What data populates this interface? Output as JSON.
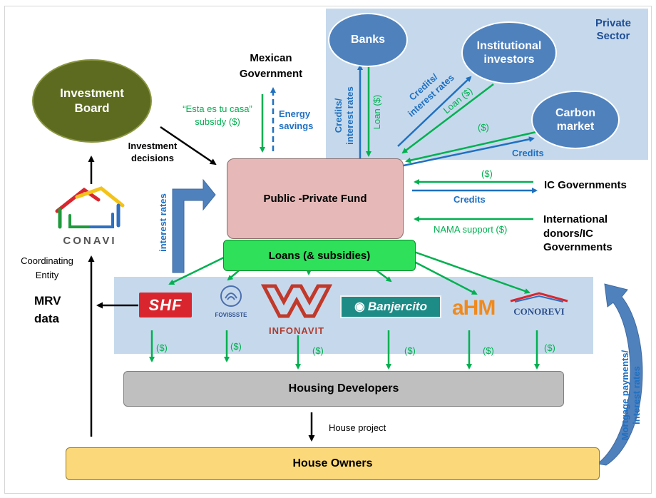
{
  "title": "",
  "nodes": {
    "private_sector": "Private\nSector",
    "banks": "Banks",
    "institutional_investors": "Institutional\ninvestors",
    "carbon_market": "Carbon\nmarket",
    "investment_board": "Investment\nBoard",
    "mexican_government": "Mexican\nGovernment",
    "public_private_fund": "Public -Private Fund",
    "loans_subsidies": "Loans (& subsidies)",
    "ic_governments": "IC Governments",
    "international_donors": "International\ndonors/IC\nGovernments",
    "housing_developers": "Housing Developers",
    "house_owners": "House Owners",
    "conavi": "CONAVI",
    "coordinating_entity": "Coordinating\nEntity",
    "mrv_data": "MRV\ndata"
  },
  "institutions": {
    "shf": "SHF",
    "fovissste": "FOVISSSTE",
    "infonavit": "INFONAVIT",
    "banjercito": "Banjercito",
    "ahm": "aHM",
    "conorevi": "CONOREVI"
  },
  "flows": {
    "subsidy": "“Esta es tu casa”\nsubsidy ($)",
    "energy_savings": "Energy\nsavings",
    "investment_decisions": "Investment\ndecisions",
    "credits_interest_rates_banks": "Credits/\ninterest rates",
    "loan_banks": "Loan ($)",
    "credits_interest_rates_investors": "Credits/\ninterest rates",
    "loan_investors": "Loan ($)",
    "carbon_dollar": "($)",
    "carbon_credits": "Credits",
    "ic_dollar": "($)",
    "ic_credits": "Credits",
    "nama_support": "NAMA support ($)",
    "interest_rates": "interest rates",
    "dev_dollar": "($)",
    "house_project": "House project",
    "mortgage_payments": "Mortgage payments/\ninterest rates"
  },
  "colors": {
    "private_region": "#c6d9ec",
    "ellipse_blue": "#4f81bd",
    "investment_board": "#5c6b1f",
    "fund": "#e6b9b8",
    "loans": "#2ee05a",
    "developers": "#bfbfbf",
    "owners": "#fbd87a",
    "green_arrow": "#00b050",
    "blue_arrow": "#1f70c1",
    "big_arrow": "#4f81bd"
  }
}
